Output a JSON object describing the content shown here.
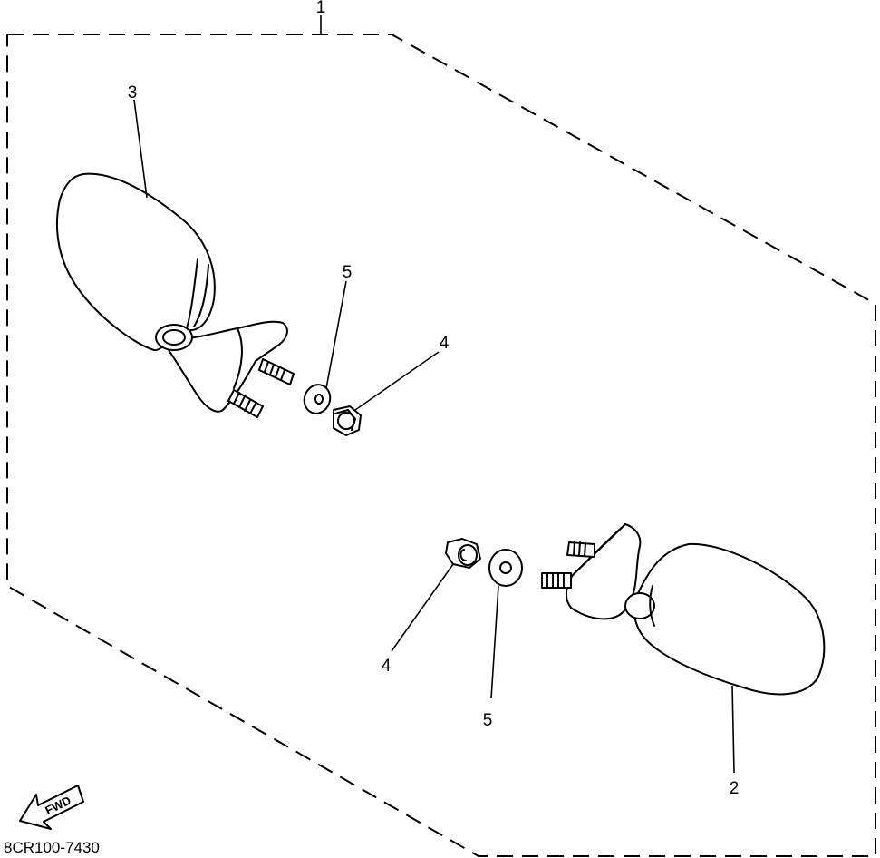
{
  "callouts": {
    "kit": "1",
    "right_mirror": "2",
    "left_mirror": "3",
    "nut_upper": "4",
    "washer_upper": "5",
    "nut_lower": "4",
    "washer_lower": "5"
  },
  "fwd_label": "FWD",
  "part_code": "8CR100-7430",
  "icons": {
    "direction": "fwd-arrow-icon"
  }
}
